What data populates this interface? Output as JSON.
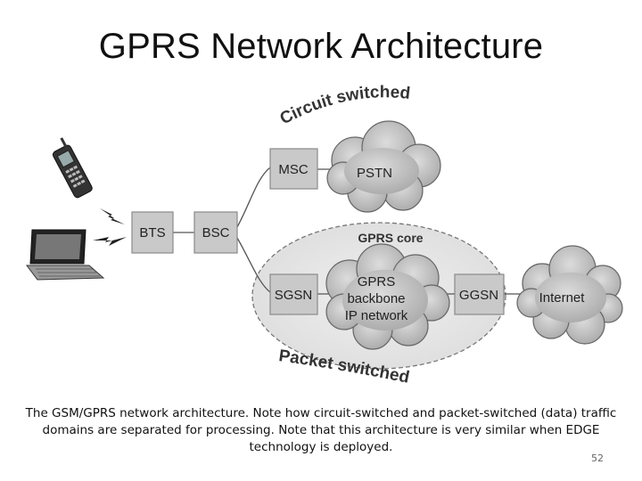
{
  "slide": {
    "title": "GPRS Network Architecture",
    "caption_lines": [
      "The GSM/GPRS network architecture. Note how circuit-switched and packet-switched (data) traffic",
      "domains are separated for processing. Note that this architecture is very similar when EDGE",
      "technology is deployed."
    ],
    "page_number": "52"
  },
  "diagram": {
    "domain_labels": {
      "circuit": "Circuit switched",
      "packet": "Packet switched"
    },
    "core_label": "GPRS core",
    "nodes": {
      "bts": "BTS",
      "bsc": "BSC",
      "msc": "MSC",
      "sgsn": "SGSN",
      "ggsn": "GGSN"
    },
    "clouds": {
      "pstn": [
        "PSTN"
      ],
      "backbone": [
        "GPRS",
        "backbone",
        "IP network"
      ],
      "internet": [
        "Internet"
      ]
    },
    "icons": [
      "mobile-phone-icon",
      "laptop-icon",
      "wireless-link-icon"
    ]
  }
}
